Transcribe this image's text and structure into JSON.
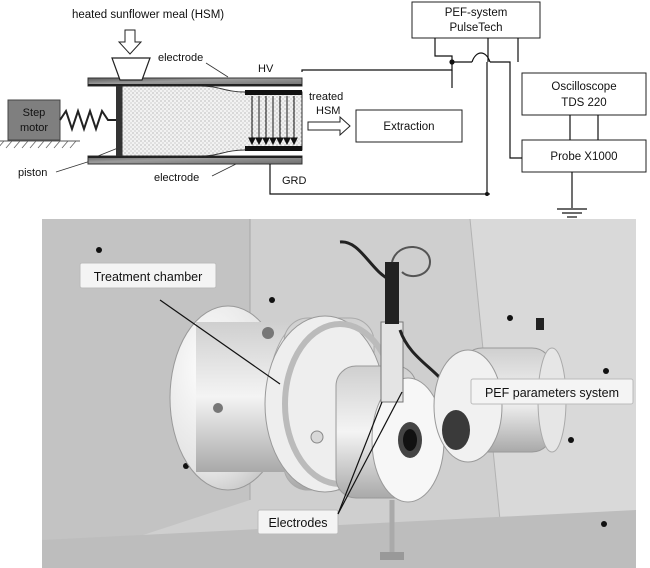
{
  "schematic": {
    "labels": {
      "hsm_feed": "heated sunflower meal (HSM)",
      "electrode_top": "electrode",
      "electrode_bottom": "electrode",
      "hv": "HV",
      "grd": "GRD",
      "treated": "treated",
      "hsm": "HSM",
      "piston": "piston",
      "step_motor_line1": "Step",
      "step_motor_line2": "motor"
    },
    "boxes": {
      "pef_line1": "PEF-system",
      "pef_line2": "PulseTech",
      "scope_line1": "Oscilloscope",
      "scope_line2": "TDS 220",
      "probe": "Probe X1000",
      "extraction": "Extraction"
    }
  },
  "photo": {
    "callouts": {
      "treatment_chamber": "Treatment chamber",
      "pef_parameters": "PEF parameters system",
      "electrodes": "Electrodes"
    }
  }
}
